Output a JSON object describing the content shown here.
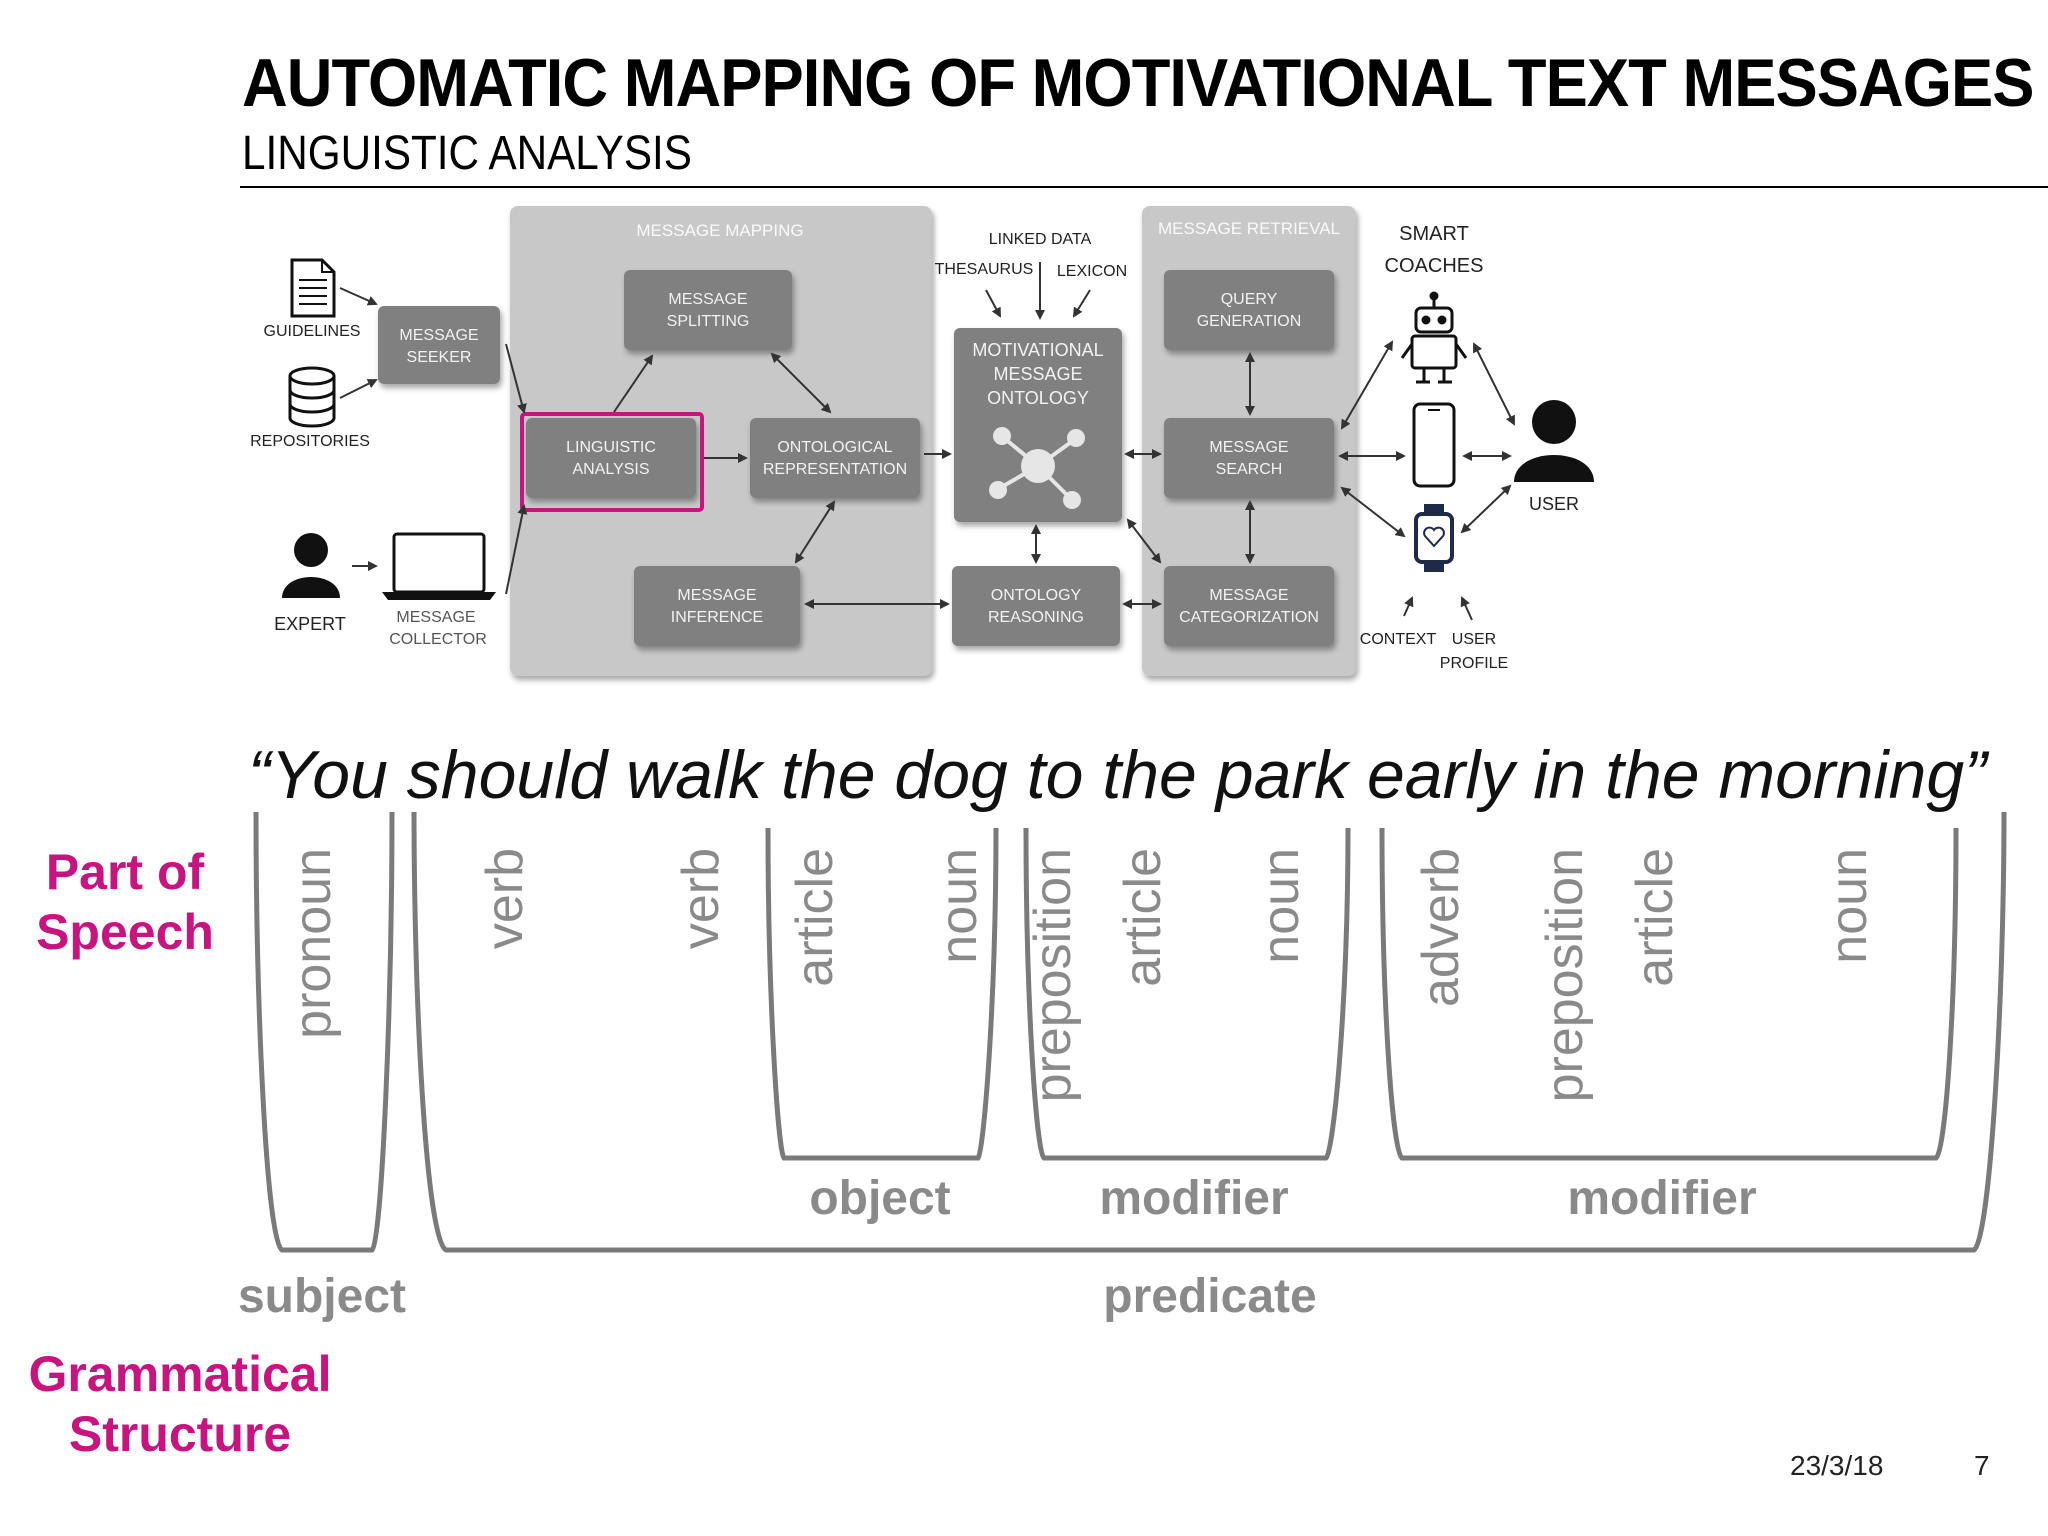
{
  "slide": {
    "title": "AUTOMATIC MAPPING OF MOTIVATIONAL TEXT MESSAGES",
    "subtitle": "LINGUISTIC ANALYSIS",
    "date": "23/3/18",
    "page": "7"
  },
  "diagram": {
    "group_message_mapping": "MESSAGE MAPPING",
    "group_message_retrieval": "MESSAGE RETRIEVAL",
    "sources": {
      "guidelines": "GUIDELINES",
      "repositories": "REPOSITORIES",
      "expert": "EXPERT",
      "collector_line1": "MESSAGE",
      "collector_line2": "COLLECTOR"
    },
    "boxes": {
      "seeker": [
        "MESSAGE",
        "SEEKER"
      ],
      "splitting": [
        "MESSAGE",
        "SPLITTING"
      ],
      "linguistic": [
        "LINGUISTIC",
        "ANALYSIS"
      ],
      "ontological": [
        "ONTOLOGICAL",
        "REPRESENTATION"
      ],
      "inference": [
        "MESSAGE",
        "INFERENCE"
      ],
      "ontology": [
        "MOTIVATIONAL",
        "MESSAGE",
        "ONTOLOGY"
      ],
      "reasoning": [
        "ONTOLOGY",
        "REASONING"
      ],
      "query": [
        "QUERY",
        "GENERATION"
      ],
      "search": [
        "MESSAGE",
        "SEARCH"
      ],
      "categorization": [
        "MESSAGE",
        "CATEGORIZATION"
      ]
    },
    "inputs": {
      "linked_data": "LINKED DATA",
      "thesaurus": "THESAURUS",
      "lexicon": "LEXICON"
    },
    "smart_coaches": [
      "SMART",
      "COACHES"
    ],
    "user": "USER",
    "context": "CONTEXT",
    "user_profile": [
      "USER",
      "PROFILE"
    ],
    "highlight_color": "#c8147e"
  },
  "sentence": "“You should walk the dog to the park early in the morning”",
  "labels": {
    "part_of_speech": [
      "Part of",
      "Speech"
    ],
    "grammatical_structure": [
      "Grammatical",
      "Structure"
    ]
  },
  "pos_tags": {
    "you": "pronoun",
    "should": "verb",
    "walk": "verb",
    "the_1": "article",
    "dog": "noun",
    "to_1": "preposition",
    "the_2": "article",
    "park": "noun",
    "early": "adverb",
    "in": "preposition",
    "the_3": "article",
    "morning": "noun"
  },
  "groups": {
    "object": "object",
    "modifier_1": "modifier",
    "modifier_2": "modifier",
    "subject": "subject",
    "predicate": "predicate"
  }
}
